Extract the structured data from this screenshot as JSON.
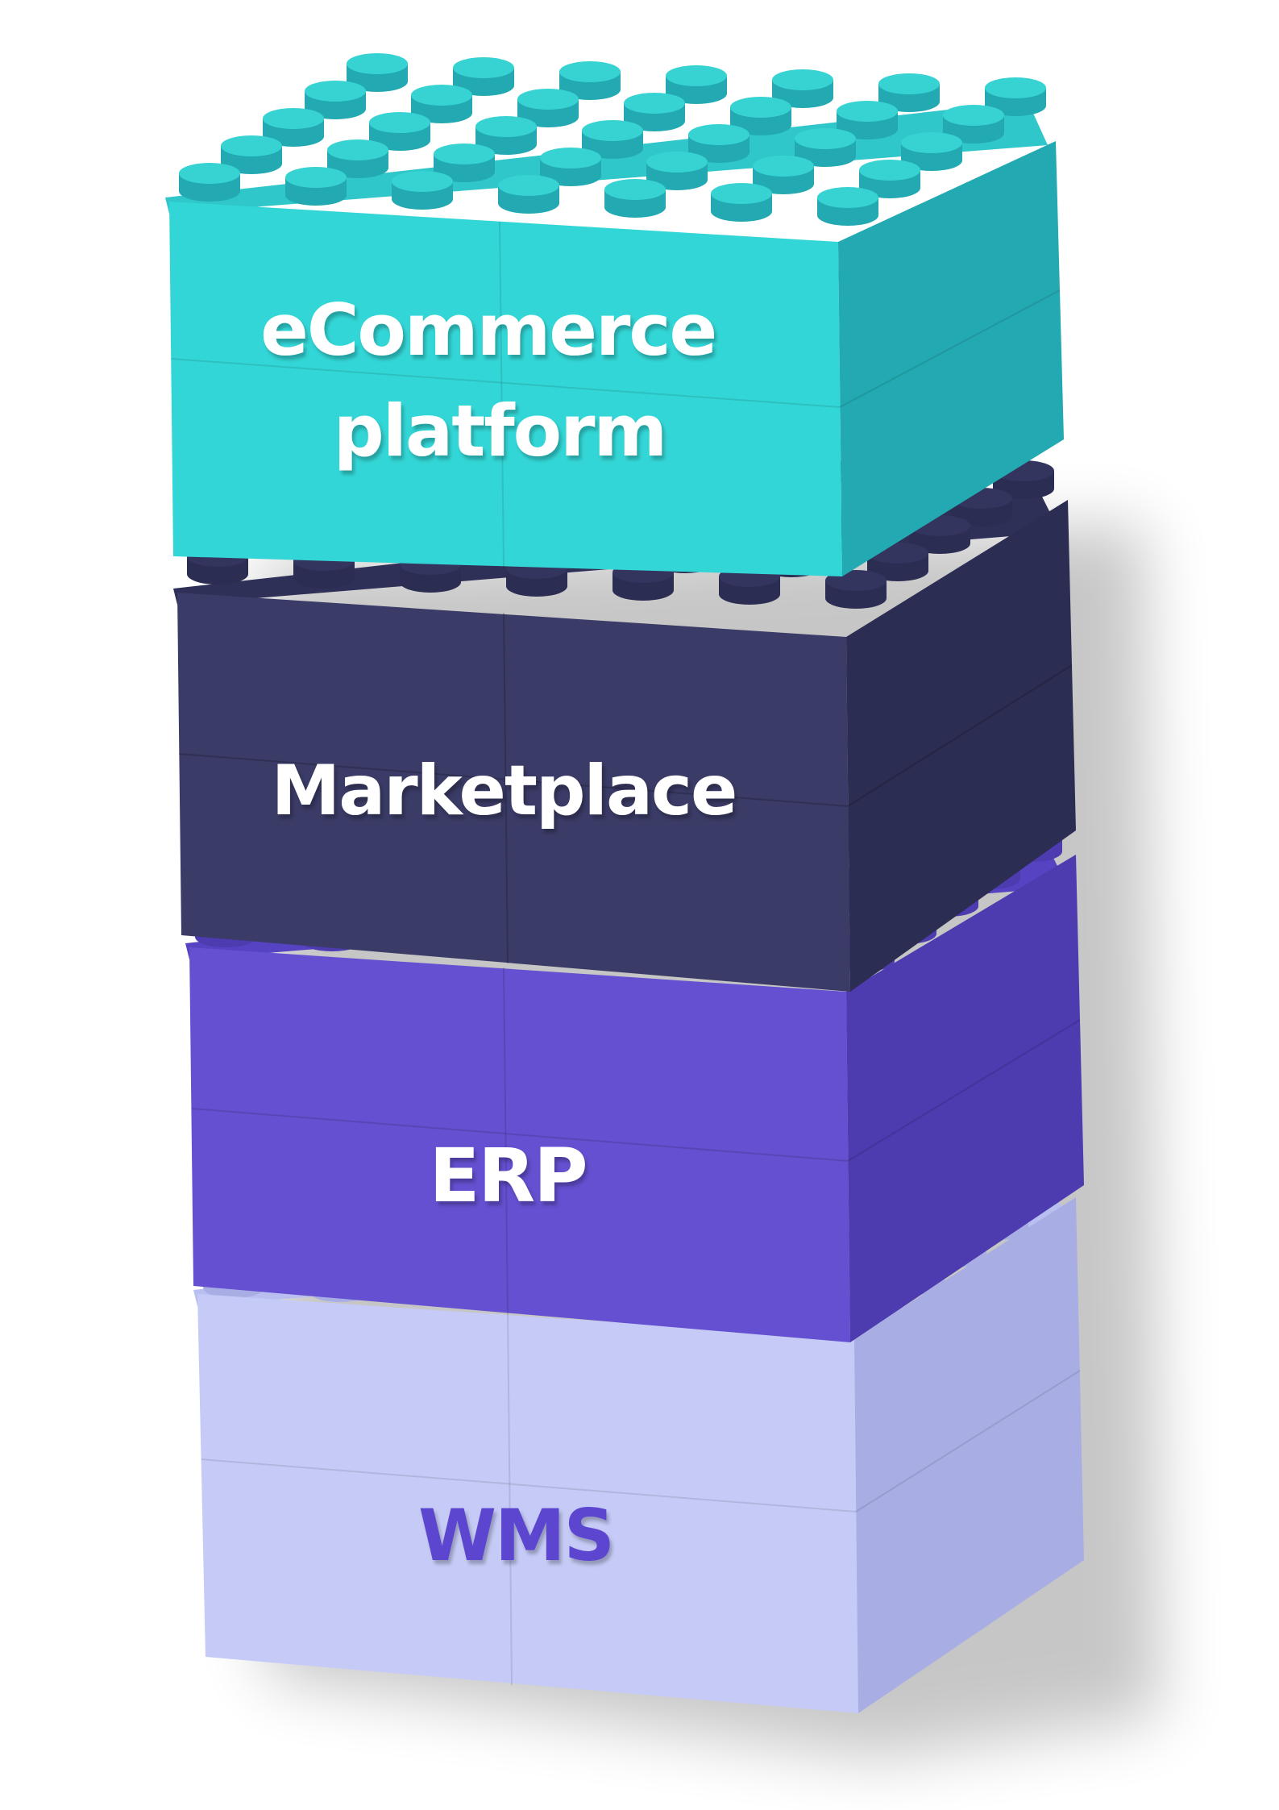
{
  "colors": {
    "background": "#ffffff",
    "shadow": "#000000",
    "ecommerce": {
      "front": "#33d6d6",
      "side": "#23a9b1",
      "top": "#2fc7c9",
      "stud": "#37d3d2",
      "label": "#ffffff"
    },
    "marketplace": {
      "front": "#3a3b66",
      "side": "#2c2d52",
      "top": "#2f3058",
      "stud": "#34355f",
      "label": "#ffffff"
    },
    "erp": {
      "front": "#6450d0",
      "side": "#4d3bb0",
      "top": "#5543c2",
      "stud": "#5c4ad0",
      "label": "#ffffff"
    },
    "wms": {
      "front": "#c5cbf6",
      "side": "#a8aee3",
      "top": "#b9bff0",
      "stud": "#c3c9f4",
      "label": "#5b44cf"
    }
  },
  "layers": [
    {
      "id": "ecommerce",
      "label_lines": [
        "eCommerce",
        "platform"
      ]
    },
    {
      "id": "marketplace",
      "label_lines": [
        "Marketplace"
      ]
    },
    {
      "id": "erp",
      "label_lines": [
        "ERP"
      ]
    },
    {
      "id": "wms",
      "label_lines": [
        "WMS"
      ]
    }
  ]
}
